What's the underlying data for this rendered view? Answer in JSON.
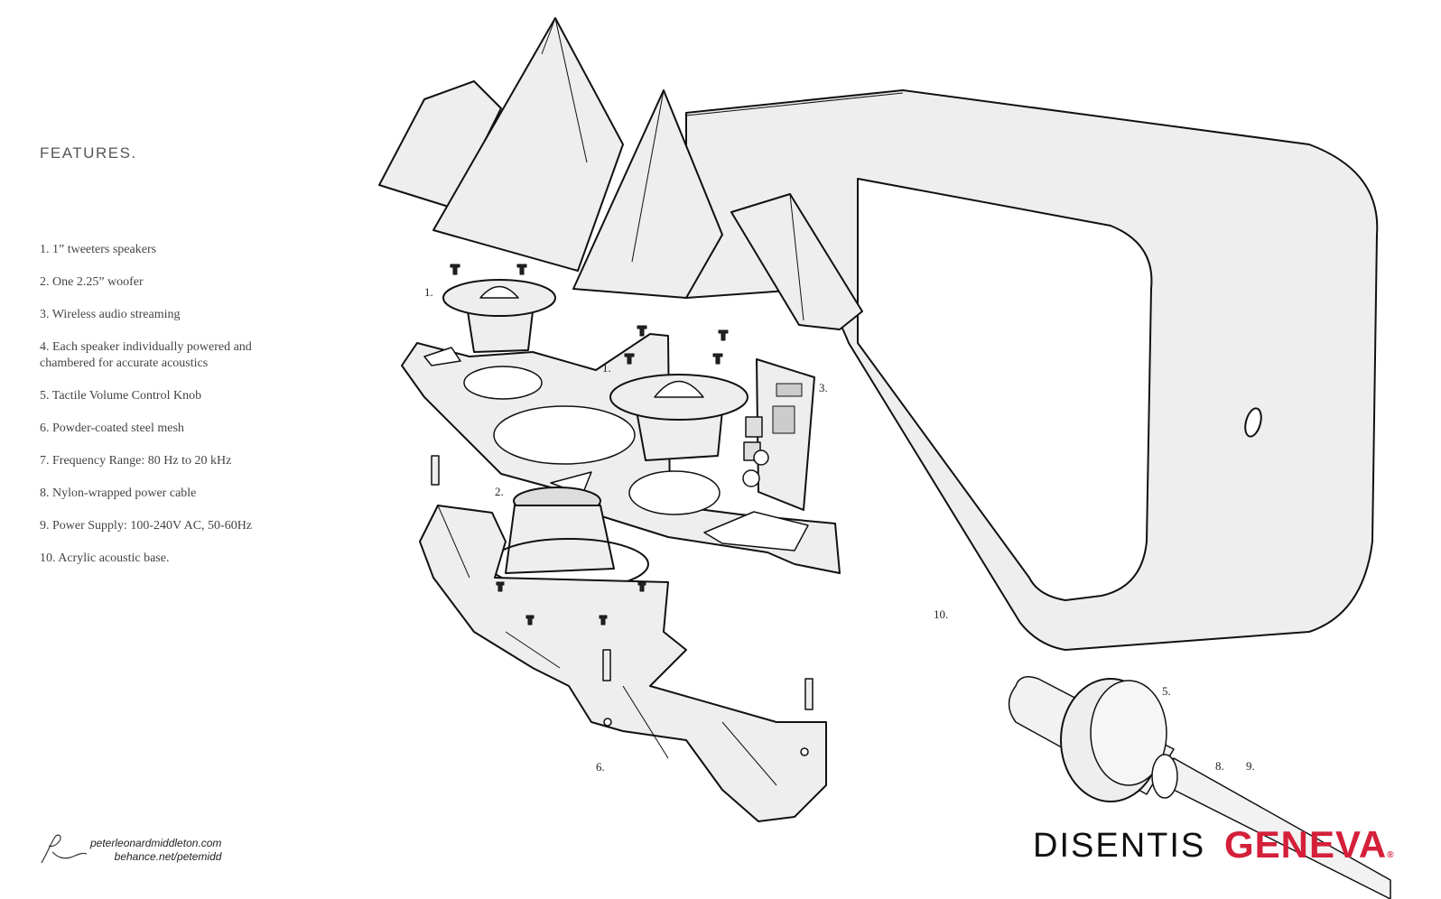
{
  "heading": "FEATURES.",
  "features": [
    "1. 1” tweeters speakers",
    "2. One 2.25” woofer",
    "3. Wireless audio streaming",
    "4. Each speaker individually powered and chambered for accurate acoustics",
    "5. Tactile Volume Control Knob",
    "6. Powder-coated steel mesh",
    "7. Frequency Range: 80 Hz to 20 kHz",
    "8. Nylon-wrapped power cable",
    "9. Power Supply: 100-240V AC, 50-60Hz",
    "10. Acrylic acoustic base."
  ],
  "callouts": {
    "tweeter_top": "1.",
    "tweeter_mid": "1.",
    "board": "3.",
    "woofer": "2.",
    "mesh": "6.",
    "base": "10.",
    "knob": "5.",
    "cable": "8.",
    "supply": "9."
  },
  "credit": {
    "website": "peterleonardmiddleton.com",
    "behance": "behance.net/petemidd"
  },
  "brand": {
    "product": "DISENTIS",
    "company": "GENEVA",
    "mark": "®"
  },
  "colors": {
    "brand_red": "#d4203a",
    "line": "#111111",
    "fill": "#eeeeee"
  }
}
